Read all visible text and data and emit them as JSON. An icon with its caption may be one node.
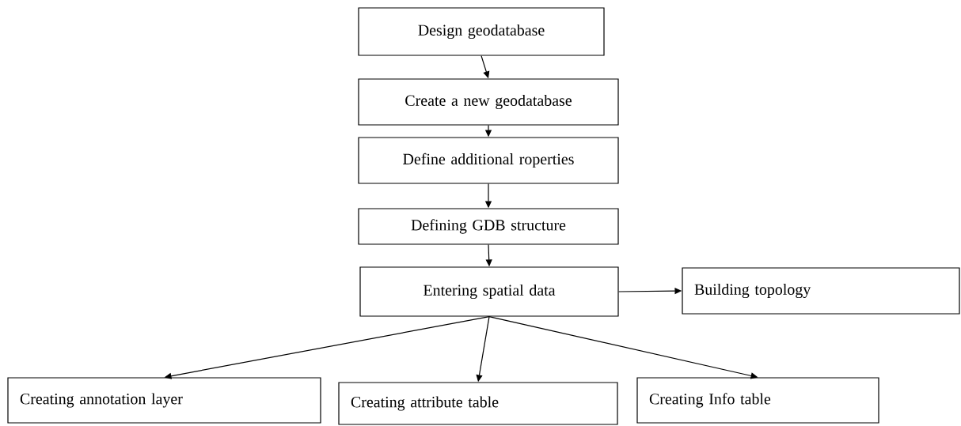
{
  "diagram": {
    "nodes": [
      {
        "text": [
          "Design geodatabase"
        ]
      },
      {
        "text": [
          "Create a new geodatabase"
        ]
      },
      {
        "text": [
          "Define additional roperties"
        ]
      },
      {
        "text": [
          "Defining GDB structure"
        ]
      },
      {
        "text": [
          "Entering spatial data"
        ]
      },
      {
        "text": [
          "Building topology"
        ]
      },
      {
        "text": [
          "Creating annotation layer"
        ]
      },
      {
        "text": [
          "Creating attribute table"
        ]
      },
      {
        "text": [
          "Creating Info table"
        ]
      }
    ],
    "edges": [
      {
        "from": 0,
        "to": 1,
        "arrow": "to"
      },
      {
        "from": 1,
        "to": 2,
        "arrow": "to"
      },
      {
        "from": 2,
        "to": 3,
        "arrow": "to"
      },
      {
        "from": 3,
        "to": 4,
        "arrow": "to"
      },
      {
        "from": 4,
        "to": 5,
        "arrow": "to"
      },
      {
        "from": 4,
        "to": 6,
        "arrow": "to"
      },
      {
        "from": 4,
        "to": 7,
        "arrow": "to"
      },
      {
        "from": 4,
        "to": 8,
        "arrow": "to"
      }
    ]
  }
}
